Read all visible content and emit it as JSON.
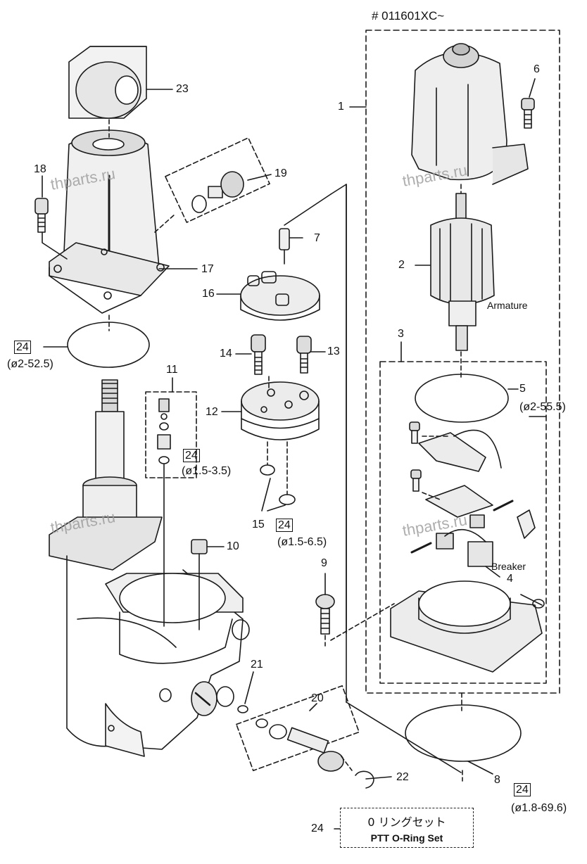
{
  "header": {
    "serial": "# 011601XC~"
  },
  "watermarks": [
    "thparts.ru",
    "thparts.ru",
    "thparts.ru",
    "thparts.ru"
  ],
  "callouts": {
    "c1": "1",
    "c2": "2",
    "c3": "3",
    "c4": "4",
    "c5": "5",
    "c6": "6",
    "c7": "7",
    "c8": "8",
    "c9": "9",
    "c10": "10",
    "c11": "11",
    "c12": "12",
    "c13": "13",
    "c14": "14",
    "c15": "15",
    "c16": "16",
    "c17": "17",
    "c18": "18",
    "c19": "19",
    "c20": "20",
    "c21": "21",
    "c22": "22",
    "c23": "23"
  },
  "oring_refs": {
    "ref_a": "24",
    "size_a": "(ø2-52.5)",
    "ref_b": "24",
    "size_b": "(ø1.5-3.5)",
    "ref_c": "24",
    "size_c": "(ø1.5-6.5)",
    "ref_d": "24",
    "size_d": "(ø1.8-69.6)",
    "size_5": "(ø2-55.5)"
  },
  "annotations": {
    "armature": "Armature",
    "breaker": "Breaker"
  },
  "legend": {
    "number": "24",
    "japanese": "0 リングセット",
    "english": "PTT O-Ring Set"
  }
}
